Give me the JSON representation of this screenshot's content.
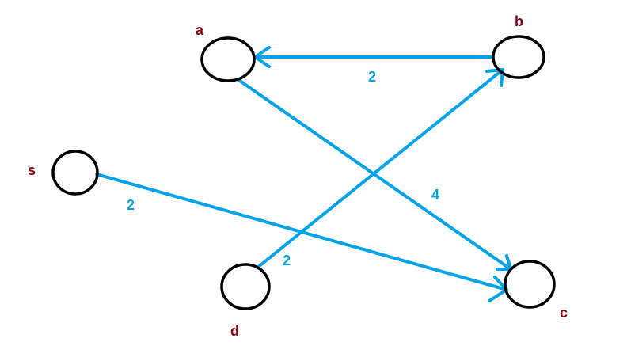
{
  "nodes": {
    "a": "a",
    "b": "b",
    "c": "c",
    "d": "d",
    "s": "s"
  },
  "edges": {
    "b_to_a": "2",
    "a_to_c": "4",
    "d_to_b": "2",
    "s_to_c": "2"
  },
  "colors": {
    "edge": "#00a2e8",
    "node_label": "#880015",
    "node_outline": "#000000"
  }
}
